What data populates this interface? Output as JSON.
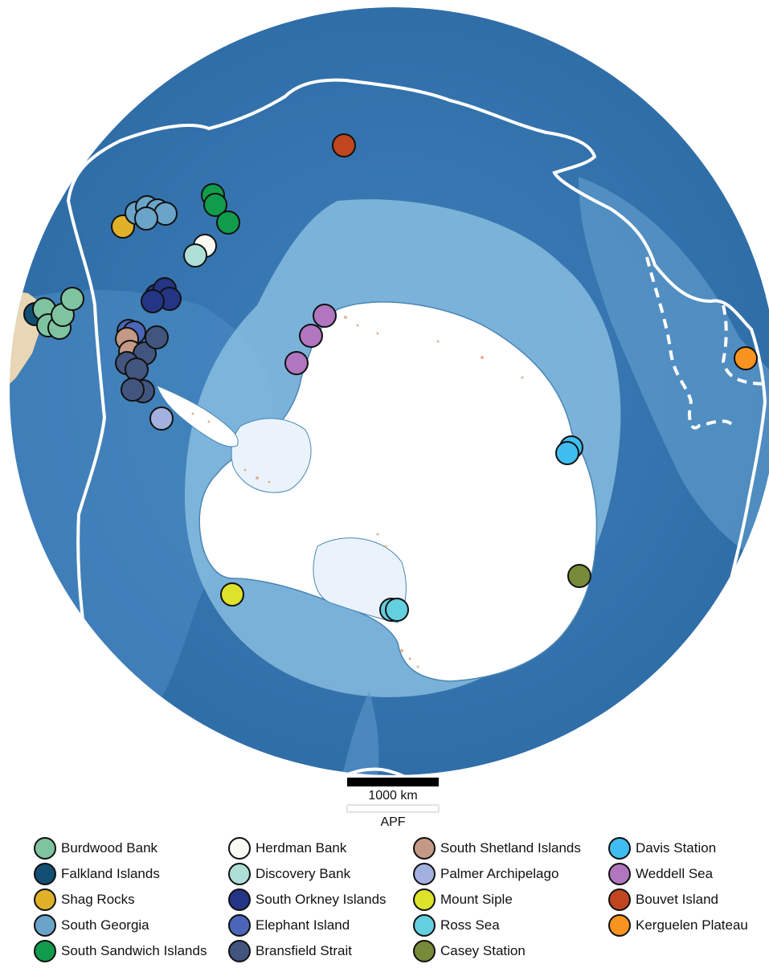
{
  "scalebar": {
    "distance_label": "1000 km",
    "front_label": "APF"
  },
  "legend": {
    "columns": [
      [
        {
          "label": "Burdwood Bank",
          "color": "#7fc4a0"
        },
        {
          "label": "Falkland Islands",
          "color": "#124f73"
        },
        {
          "label": "Shag Rocks",
          "color": "#e0b128"
        },
        {
          "label": "South Georgia",
          "color": "#6aa4c8"
        },
        {
          "label": "South Sandwich Islands",
          "color": "#119c4b"
        }
      ],
      [
        {
          "label": "Herdman Bank",
          "color": "#fbfbf6"
        },
        {
          "label": "Discovery Bank",
          "color": "#aedfd6"
        },
        {
          "label": "South Orkney Islands",
          "color": "#243585"
        },
        {
          "label": "Elephant Island",
          "color": "#4b66b8"
        },
        {
          "label": "Bransfield Strait",
          "color": "#42557e"
        }
      ],
      [
        {
          "label": "South Shetland Islands",
          "color": "#c49a86"
        },
        {
          "label": "Palmer Archipelago",
          "color": "#a3b1de"
        },
        {
          "label": "Mount Siple",
          "color": "#dde22a"
        },
        {
          "label": "Ross Sea",
          "color": "#63cfdf"
        },
        {
          "label": "Casey Station",
          "color": "#778a3a"
        }
      ],
      [
        {
          "label": "Davis Station",
          "color": "#3fbdf0"
        },
        {
          "label": "Weddell Sea",
          "color": "#b176bf"
        },
        {
          "label": "Bouvet Island",
          "color": "#c0461f"
        },
        {
          "label": "Kerguelen Plateau",
          "color": "#f7931e"
        }
      ]
    ]
  },
  "colors": {
    "ocean_deep": "#2e6da8",
    "ocean_shelf": "#8fbfe0",
    "ice_sheet": "#ffffff",
    "ice_shelf": "#e6f1fa",
    "land": "#e9d6b4",
    "front_line": "#ffffff"
  }
}
